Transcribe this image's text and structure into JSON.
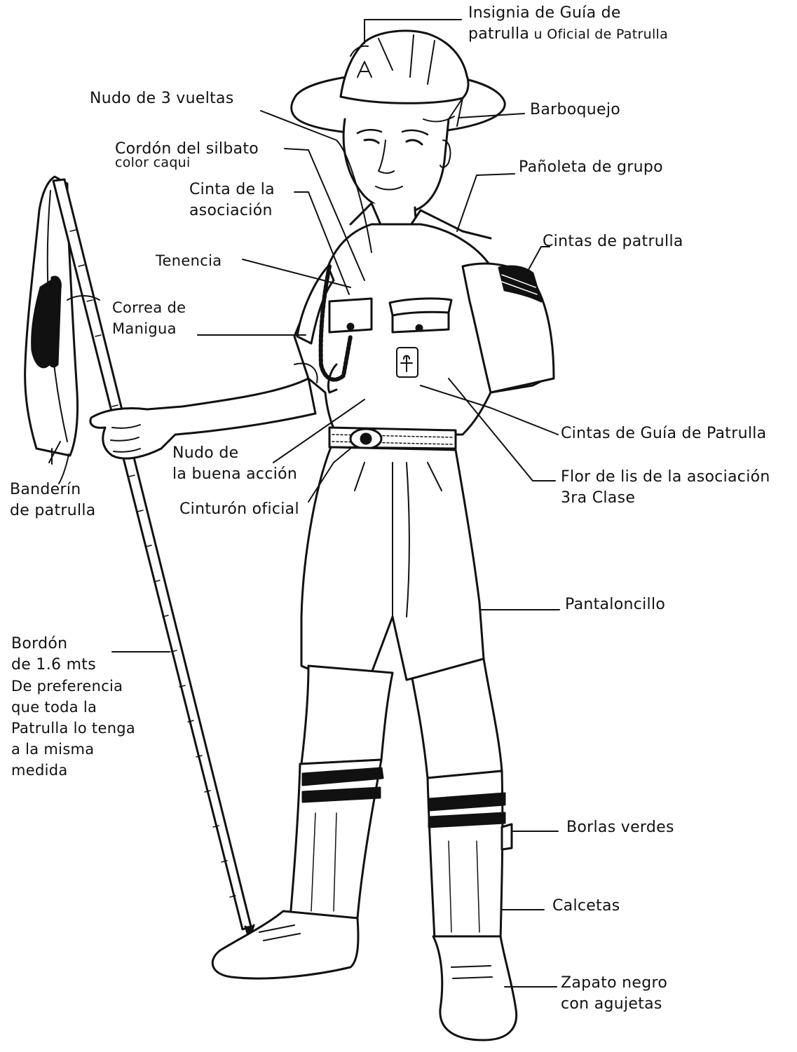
{
  "labels": {
    "insignia": {
      "line1": "Insignia de Guía de",
      "line2a": "patrulla",
      "line2b": " u Oficial de Patrulla"
    },
    "nudo_vueltas": "Nudo de 3 vueltas",
    "barboquejo": "Barboquejo",
    "cordon": {
      "line1": "Cordón del silbato",
      "line2": "color caqui"
    },
    "panoleta": "Pañoleta de grupo",
    "cinta_asoc": {
      "line1": "Cinta de la",
      "line2": "asociación"
    },
    "cintas_patrulla": "Cintas de patrulla",
    "tenencia": "Tenencia",
    "correa": {
      "line1": "Correa de",
      "line2": "Manigua"
    },
    "cintas_guia": "Cintas de Guía de Patrulla",
    "nudo_buena": {
      "line1": "Nudo de",
      "line2": "la buena acción"
    },
    "flor_lis": {
      "line1": "Flor de lis de la asociación",
      "line2": "3ra Clase"
    },
    "banderin": {
      "line1": "Banderín",
      "line2": "de patrulla"
    },
    "cinturon": "Cinturón oficial",
    "pantaloncillo": "Pantaloncillo",
    "bordon": {
      "line1": "Bordón",
      "line2": "de 1.6 mts",
      "line3": "De preferencia",
      "line4": "que toda la",
      "line5": "Patrulla lo tenga",
      "line6": "a la misma",
      "line7": "medida"
    },
    "borlas": "Borlas verdes",
    "calcetas": "Calcetas",
    "zapato": {
      "line1": "Zapato negro",
      "line2": "con agujetas"
    }
  }
}
